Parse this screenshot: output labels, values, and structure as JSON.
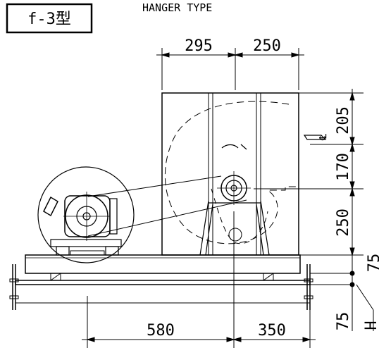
{
  "title_box": "f-3型",
  "title": "HANGER TYPE",
  "dimensions": {
    "top_left": "295",
    "top_right": "250",
    "right_top": "205",
    "right_mid": "170",
    "right_low": "250",
    "right_base": "75",
    "right_bottom": "75",
    "right_h": "H",
    "bottom_left": "580",
    "bottom_right": "350"
  },
  "centerline_mark": "℄"
}
